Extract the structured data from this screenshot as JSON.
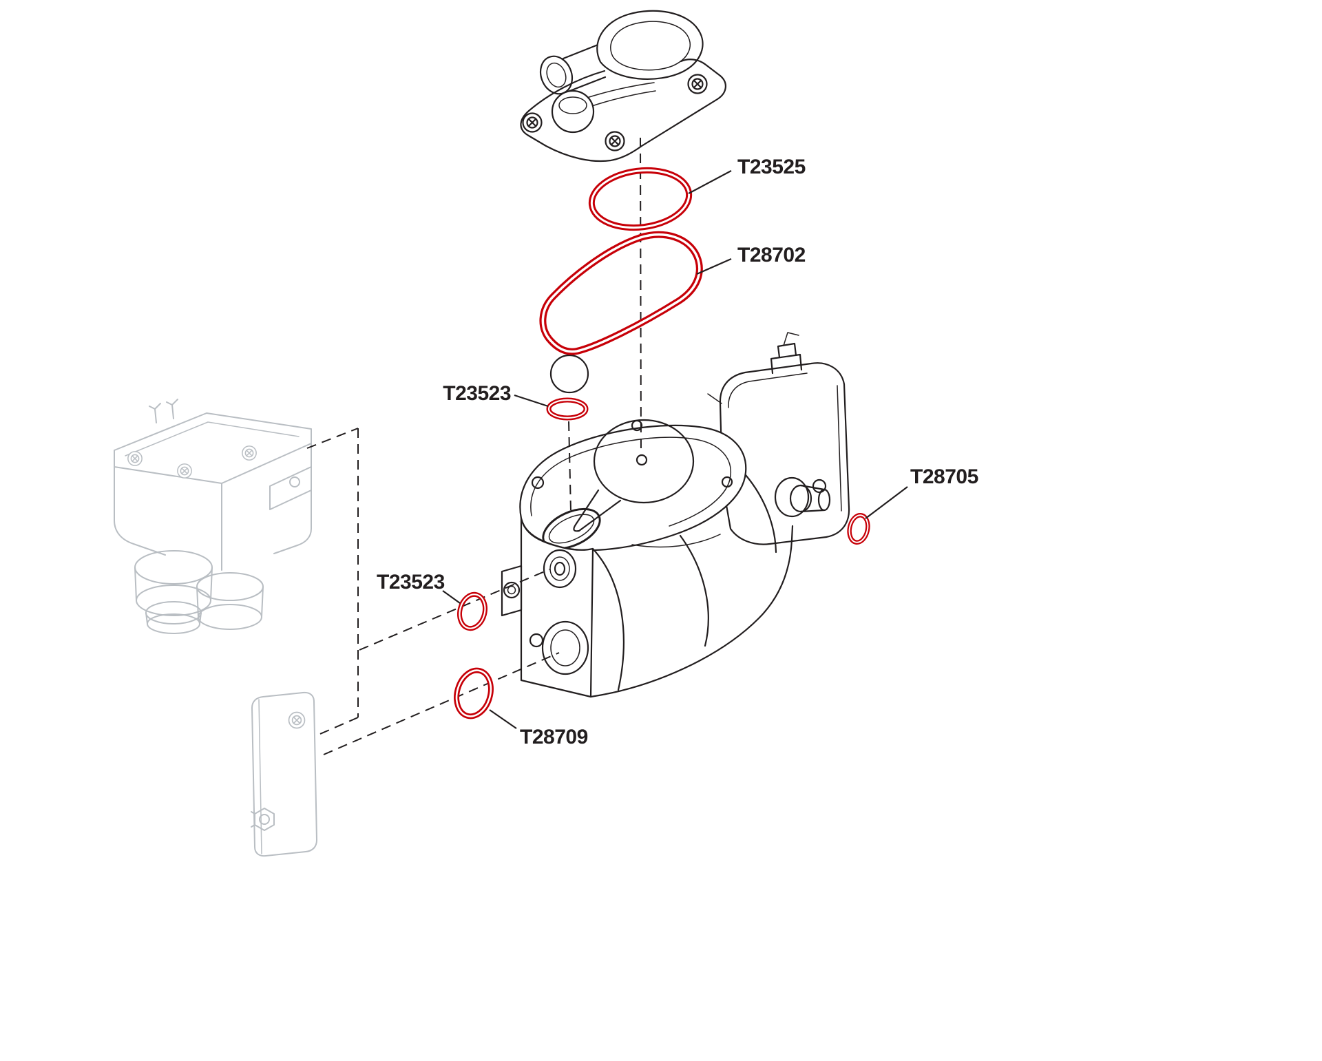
{
  "diagram": {
    "callouts": [
      {
        "label": "T23525"
      },
      {
        "label": "T28702"
      },
      {
        "label": "T23523"
      },
      {
        "label": "T28705"
      },
      {
        "label": "T23523"
      },
      {
        "label": "T28709"
      }
    ],
    "colors": {
      "highlight": "#c70008",
      "ink": "#221e1f",
      "ghost": "#b9bec3",
      "background": "#ffffff"
    }
  }
}
